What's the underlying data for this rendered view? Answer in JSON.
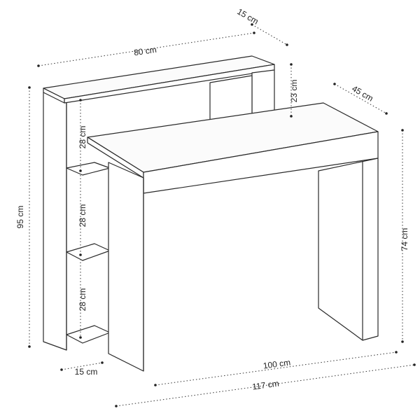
{
  "dimensions": {
    "hutch_width": "80 cm",
    "hutch_depth": "15 cm",
    "hutch_height": "23 cm",
    "desk_depth": "45 cm",
    "total_height": "95 cm",
    "desk_height": "74 cm",
    "shelf_gap_top": "28 cm",
    "shelf_gap_middle": "28 cm",
    "shelf_gap_bottom": "28 cm",
    "bookcase_depth": "15 cm",
    "desk_width": "100 cm",
    "total_width": "117 cm"
  }
}
